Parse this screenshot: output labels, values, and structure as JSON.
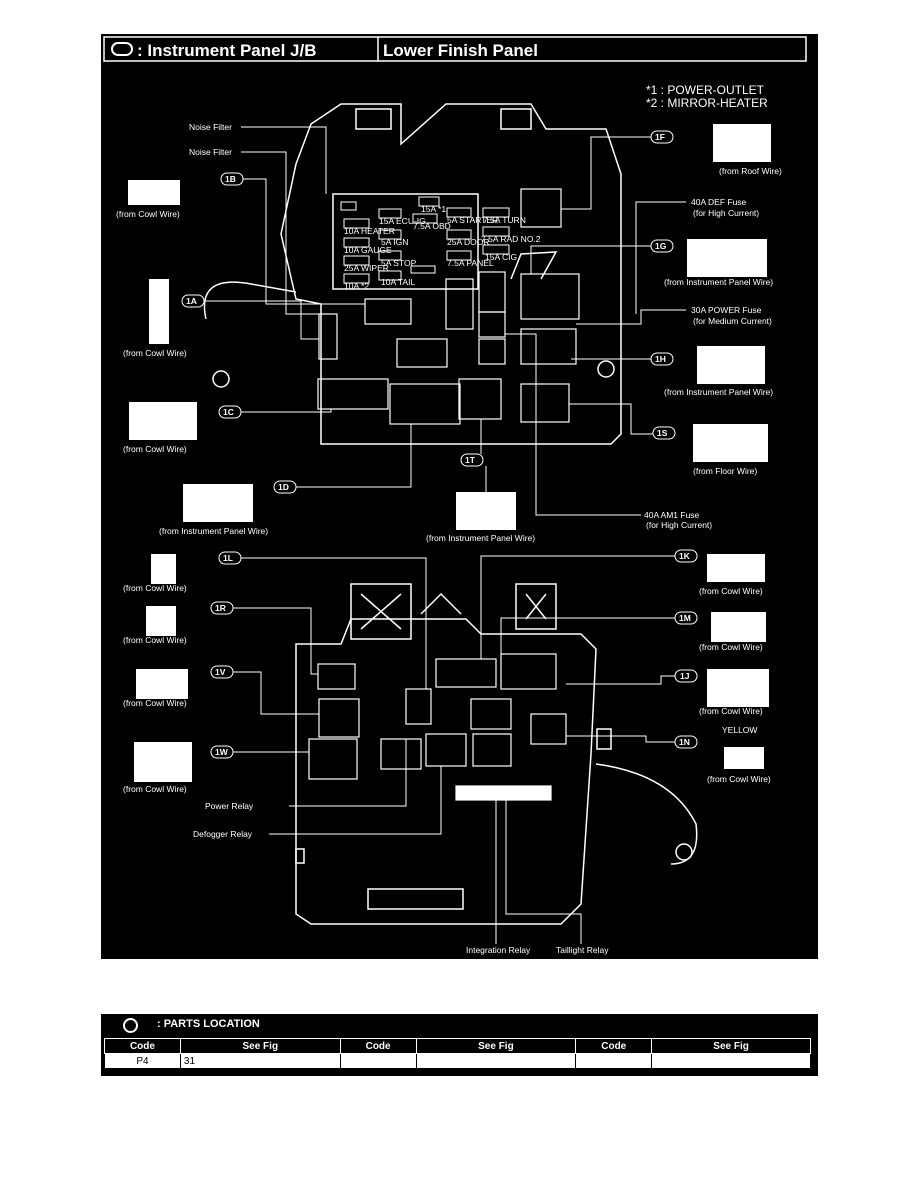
{
  "header": {
    "title": ": Instrument Panel J/B",
    "subtitle": "Lower Finish Panel"
  },
  "notes": {
    "n1": "*1 : POWER-OUTLET",
    "n2": "*2 : MIRROR-HEATER"
  },
  "callouts": {
    "noise_filter_1": "Noise Filter",
    "noise_filter_2": "Noise Filter",
    "def_fuse": "40A DEF Fuse",
    "def_fuse_sub": "(for High Current)",
    "power_fuse": "30A POWER Fuse",
    "power_fuse_sub": "(for Medium Current)",
    "am1_fuse": "40A AM1 Fuse",
    "am1_fuse_sub": "(for High Current)",
    "power_relay": "Power Relay",
    "defogger_relay": "Defogger Relay",
    "integration_relay": "Integration Relay",
    "taillight_relay": "Taillight Relay",
    "yellow": "YELLOW"
  },
  "connectors": {
    "c1B": {
      "tag": "1B",
      "wire": "(from Cowl Wire)"
    },
    "c1A": {
      "tag": "1A",
      "wire": "(from Cowl Wire)"
    },
    "c1C": {
      "tag": "1C",
      "wire": "(from Cowl Wire)"
    },
    "c1D": {
      "tag": "1D",
      "wire": "(from Instrument Panel Wire)"
    },
    "c1T": {
      "tag": "1T",
      "wire": "(from Instrument Panel Wire)"
    },
    "c1F": {
      "tag": "1F",
      "wire": "(from Roof Wire)"
    },
    "c1G": {
      "tag": "1G",
      "wire": "(from Instrument Panel Wire)"
    },
    "c1H": {
      "tag": "1H",
      "wire": "(from Instrument Panel Wire)"
    },
    "c1S": {
      "tag": "1S",
      "wire": "(from Floor Wire)"
    },
    "c1L": {
      "tag": "1L",
      "wire": "(from Cowl Wire)"
    },
    "c1R": {
      "tag": "1R",
      "wire": "(from Cowl Wire)"
    },
    "c1V": {
      "tag": "1V",
      "wire": "(from Cowl Wire)"
    },
    "c1W": {
      "tag": "1W",
      "wire": "(from Cowl Wire)"
    },
    "c1K": {
      "tag": "1K",
      "wire": "(from Cowl Wire)"
    },
    "c1M": {
      "tag": "1M",
      "wire": "(from Cowl Wire)"
    },
    "c1J": {
      "tag": "1J",
      "wire": "(from Cowl Wire)"
    },
    "c1N": {
      "tag": "1N",
      "wire": "(from Cowl Wire)"
    }
  },
  "fuses": {
    "f1": "15A *1",
    "f2": "10A HEATER",
    "f3": "15A ECU-IG",
    "f4": "7.5A OBD",
    "f5": "5A STARTER",
    "f6": "7.5A TURN",
    "f7": "10A GAUGE",
    "f8": "5A IGN",
    "f9": "25A DOOR",
    "f10": "7.5A RAD NO.2",
    "f11": "25A WIPER",
    "f12": "5A STOP",
    "f13": "7.5A PANEL",
    "f14": "15A CIG",
    "f15": "10A *2",
    "f16": "10A TAIL"
  },
  "parts_location": {
    "title": ": PARTS LOCATION",
    "headers": [
      "Code",
      "See Fig",
      "Code",
      "See Fig",
      "Code",
      "See Fig"
    ],
    "rows": [
      [
        "P4",
        "31",
        "",
        "",
        "",
        ""
      ]
    ]
  }
}
